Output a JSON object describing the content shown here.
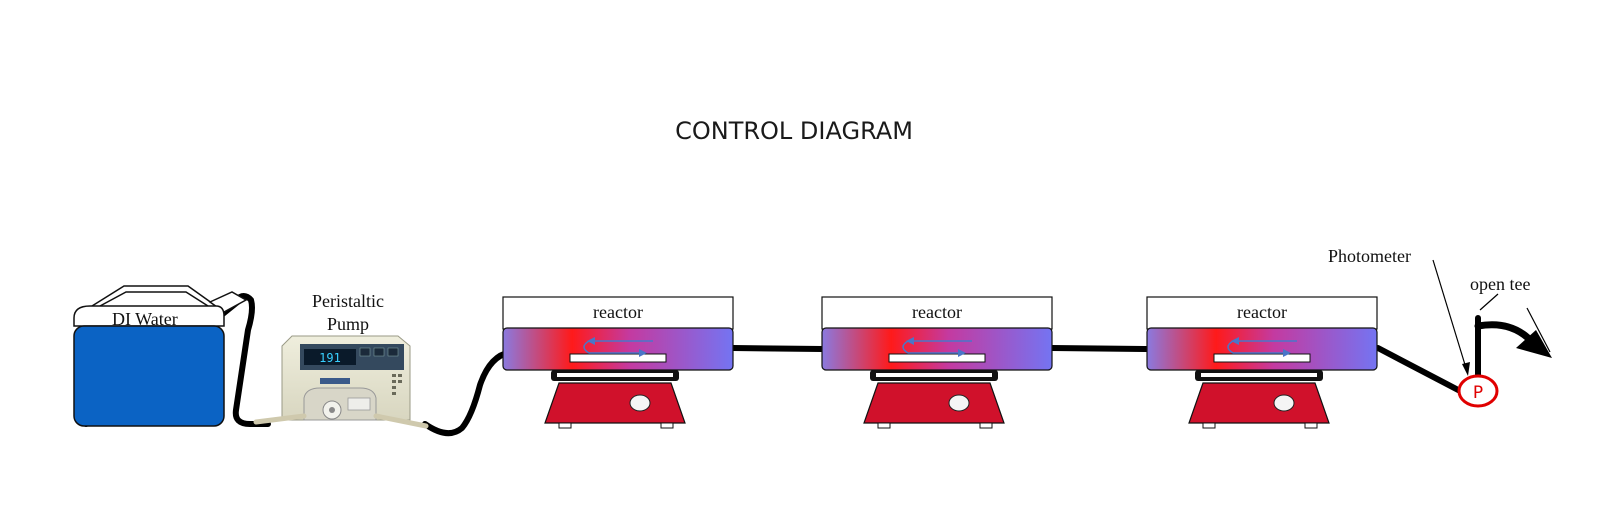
{
  "diagram": {
    "title": "CONTROL DIAGRAM",
    "labels": {
      "di_water": "DI Water",
      "pump_line1": "Peristaltic",
      "pump_line2": "Pump",
      "photometer": "Photometer",
      "open_tee": "open tee",
      "photometer_symbol": "P"
    },
    "pump_display": "191",
    "reactors": [
      {
        "label": "reactor"
      },
      {
        "label": "reactor"
      },
      {
        "label": "reactor"
      }
    ],
    "colors": {
      "water": "#0b63c4",
      "hotplate": "#d0112b",
      "gradient_hot": "#ff1010",
      "gradient_cool": "#7a7af0",
      "tubing": "#000000",
      "photometer": "#e00000"
    }
  }
}
